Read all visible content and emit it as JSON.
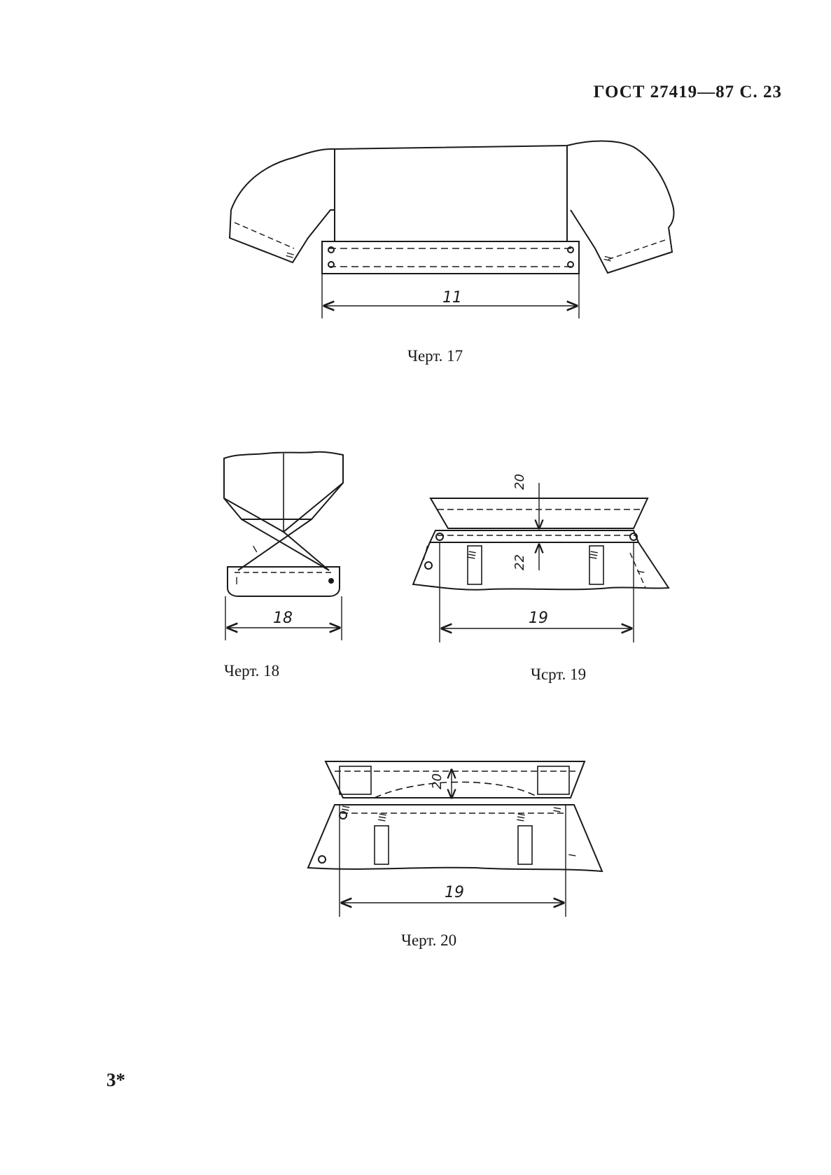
{
  "header": {
    "text": "ГОСТ 27419—87 С. 23"
  },
  "figures": [
    {
      "caption": "Черт. 17",
      "dimensions": [
        "11"
      ],
      "marks": [
        "II",
        "II"
      ]
    },
    {
      "caption": "Черт. 18",
      "dimensions": [
        "18"
      ],
      "marks": [
        "I",
        "I"
      ]
    },
    {
      "caption": "Чсрт. 19",
      "dimensions": [
        "19",
        "20",
        "22"
      ],
      "marks": [
        "III",
        "III",
        "I"
      ]
    },
    {
      "caption": "Черт. 20",
      "dimensions": [
        "19",
        "20"
      ],
      "marks": [
        "III",
        "III",
        "II",
        "II",
        "I"
      ]
    }
  ],
  "footer": {
    "text": "3*"
  }
}
